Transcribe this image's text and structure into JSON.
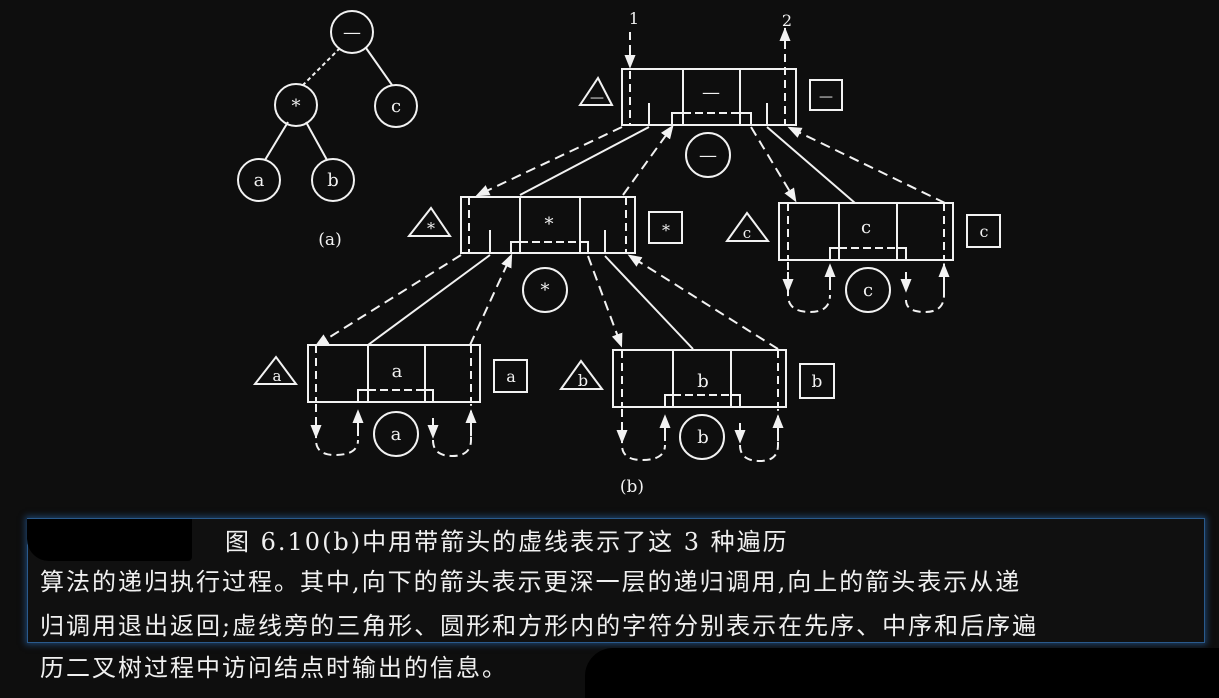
{
  "figure": {
    "part_a_label": "(a)",
    "part_b_label": "(b)",
    "tree": {
      "root": "—",
      "left": "*",
      "right": "c",
      "left_left": "a",
      "left_right": "b"
    },
    "entry_label": "1",
    "exit_label": "2",
    "frames": [
      {
        "id": "minus",
        "center": "—",
        "pre": "—",
        "in": "—",
        "post": "—"
      },
      {
        "id": "star",
        "center": "*",
        "pre": "*",
        "in": "*",
        "post": "*"
      },
      {
        "id": "c",
        "center": "c",
        "pre": "c",
        "in": "c",
        "post": "c"
      },
      {
        "id": "a",
        "center": "a",
        "pre": "a",
        "in": "a",
        "post": "a"
      },
      {
        "id": "b",
        "center": "b",
        "pre": "b",
        "in": "b",
        "post": "b"
      }
    ]
  },
  "caption": {
    "line1": "图 6.10(b)中用带箭头的虚线表示了这 3 种遍历",
    "line2": "算法的递归执行过程。其中,向下的箭头表示更深一层的递归调用,向上的箭头表示从递",
    "line3": "归调用退出返回;虚线旁的三角形、圆形和方形内的字符分别表示在先序、中序和后序遍",
    "line4": "历二叉树过程中访问结点时输出的信息。"
  },
  "colors": {
    "background": "#0e0e0e",
    "ink": "#f2f2f2",
    "selection_border": "#2a5a8c"
  }
}
